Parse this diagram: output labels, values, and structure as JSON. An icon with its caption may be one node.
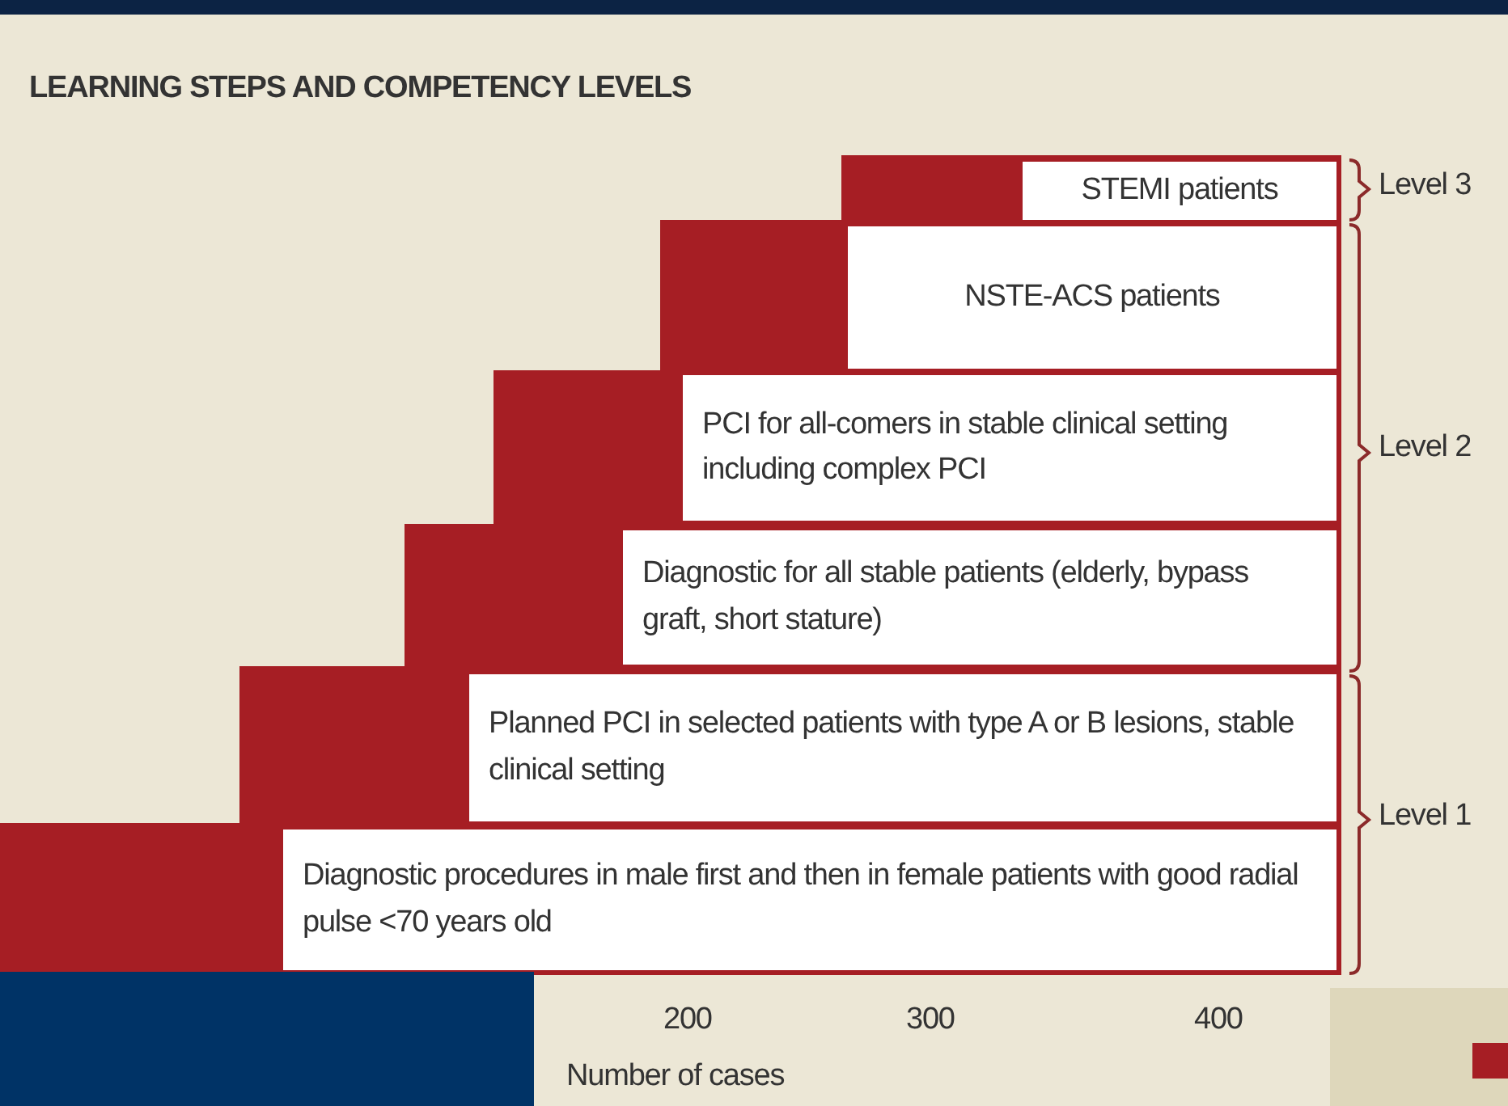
{
  "diagram": {
    "title": "LEARNING STEPS AND COMPETENCY LEVELS",
    "nodes": [
      {
        "text": [
          "STEMI patients"
        ]
      },
      {
        "text": [
          "NSTE-ACS patients"
        ]
      },
      {
        "text": [
          "PCI for all-comers in stable clinical setting including complex PCI"
        ]
      },
      {
        "text": [
          "Diagnostic for all stable patients (elderly, bypass graft, short stature)"
        ]
      },
      {
        "text": [
          "Planned PCI in selected patients with type A or B lesions, stable clinical setting"
        ]
      },
      {
        "text": [
          "Diagnostic procedures in male first and then in female patients with good radial pulse <70 years old"
        ]
      }
    ],
    "labels": [
      "Level 3",
      "Level 2",
      "Level 1",
      "200",
      "300",
      "400",
      "Number of cases"
    ]
  }
}
